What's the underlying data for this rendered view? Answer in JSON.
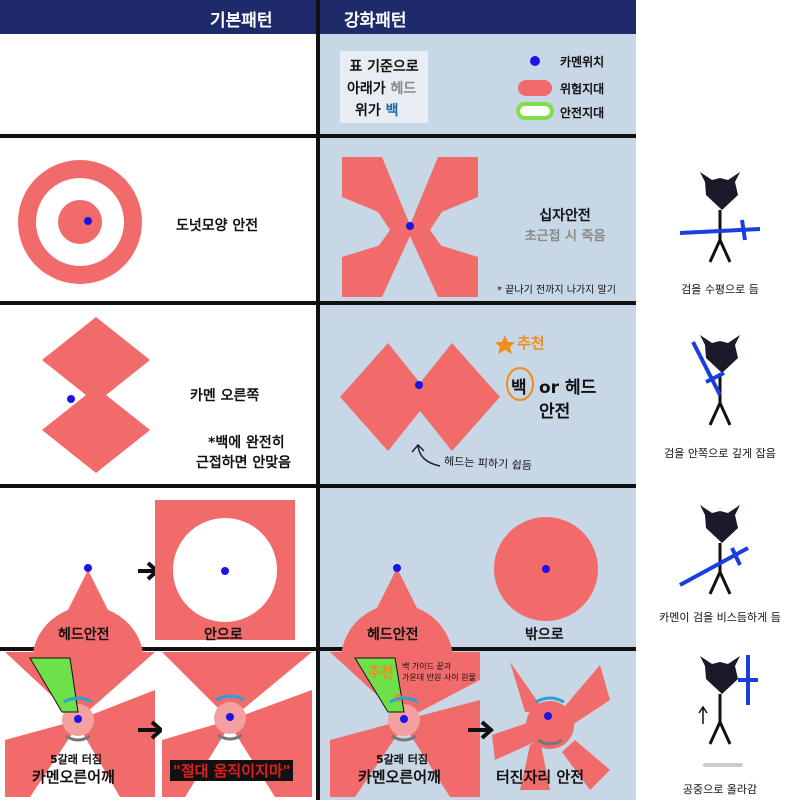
{
  "header": {
    "basic": "기본패턴",
    "enhanced": "강화패턴"
  },
  "legend": {
    "note_line1": "표 기준으로",
    "note_line2_a": "아래가 ",
    "note_line2_b": "헤드",
    "note_line3_a": "위가 ",
    "note_line3_b": "백",
    "kamen_pos": "카멘위치",
    "danger": "위험지대",
    "safe": "안전지대"
  },
  "row1": {
    "basic_label": "도넛모양 안전",
    "enh_label1": "십자안전",
    "enh_label2": "초근접 시 죽음",
    "enh_note": "* 끝나기 전까지 나가지 말기",
    "side_caption": "검을 수평으로 듬"
  },
  "row2": {
    "basic_label": "카멘 오른쪽",
    "basic_note1": "*백에 완전히",
    "basic_note2": "근접하면 안맞음",
    "rec": "추천",
    "enh_back": "백",
    "enh_or": "or 헤드",
    "enh_safe": "안전",
    "enh_handwritten": "헤드는 피하기 쉽듬",
    "side_caption": "검을 안쪽으로 깊게 잡음"
  },
  "row3": {
    "basic_label1": "헤드안전",
    "basic_label2": "안으로",
    "enh_label1": "헤드안전",
    "enh_label2": "밖으로",
    "side_caption": "카멘이 검을 비스듬하게 듬"
  },
  "row4": {
    "basic_label1": "5갈래 터짐",
    "basic_label2": "카멘오른어깨",
    "basic_warn": "\"절대 움직이지마\"",
    "rec": "추천",
    "enh_guide1": "백 가이드 끝과",
    "enh_guide2": "가운데 반원 사이 원물",
    "enh_label1": "5갈래 터짐",
    "enh_label2": "카멘오른어깨",
    "enh_label3": "터진자리 안전",
    "side_caption": "공중으로 올라감"
  },
  "colors": {
    "danger": "#f26b6b",
    "safe_outline": "#7de04a",
    "kamen_dot": "#1a14e6",
    "sword": "#1a3fe0",
    "header_bg": "#1f2a6b",
    "enhanced_bg": "#c8d7e6",
    "rec_orange": "#f28c1c",
    "warn_red": "#e02020"
  }
}
